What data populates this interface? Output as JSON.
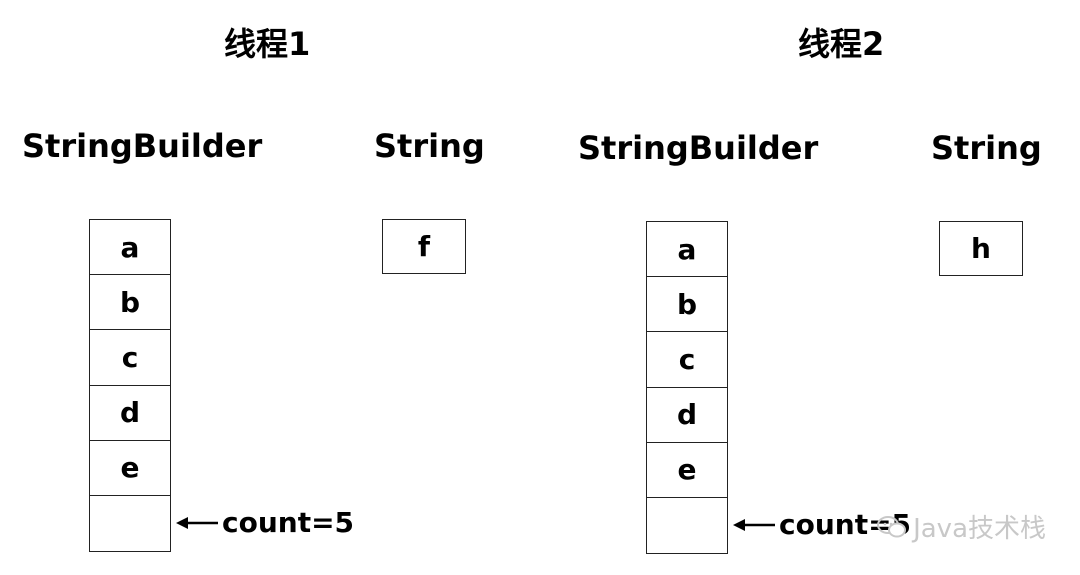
{
  "threads": [
    {
      "title": "线程1",
      "builder_label": "StringBuilder",
      "string_label": "String",
      "cells": [
        "a",
        "b",
        "c",
        "d",
        "e",
        ""
      ],
      "string_value": "f",
      "pointer_text": "count=5"
    },
    {
      "title": "线程2",
      "builder_label": "StringBuilder",
      "string_label": "String",
      "cells": [
        "a",
        "b",
        "c",
        "d",
        "e",
        ""
      ],
      "string_value": "h",
      "pointer_text": "count=5"
    }
  ],
  "watermark": "Java技术栈"
}
